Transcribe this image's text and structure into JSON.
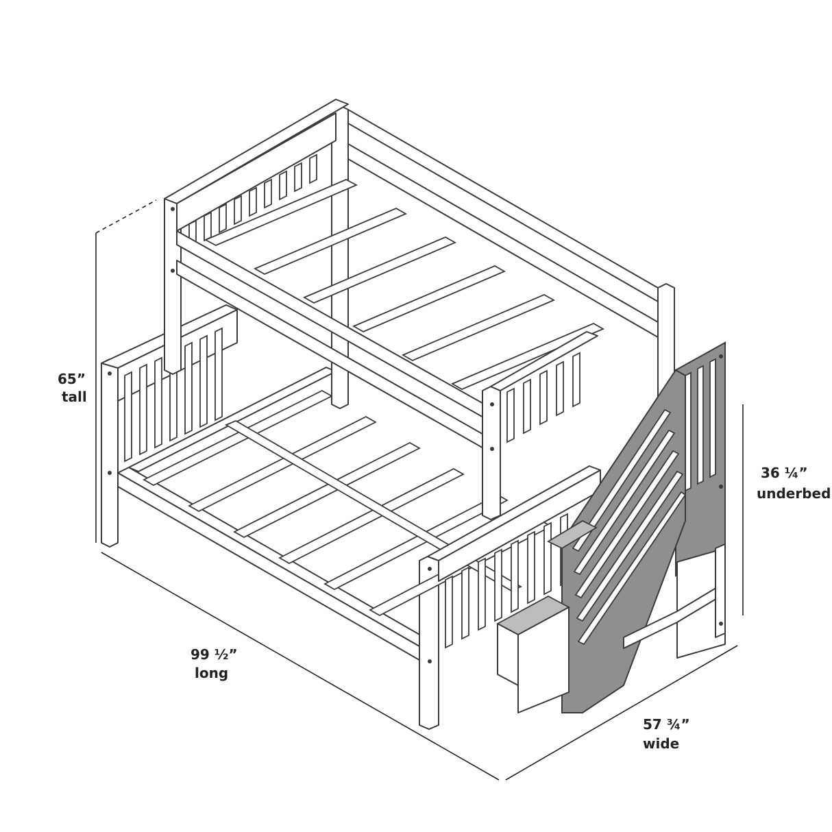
{
  "dimensions": {
    "height": {
      "value": "65”",
      "label": "tall"
    },
    "underbed": {
      "value": "36 ¼”",
      "label": "underbed"
    },
    "length": {
      "value": "99 ½”",
      "label": "long"
    },
    "width": {
      "value": "57 ¾”",
      "label": "wide"
    }
  },
  "colors": {
    "line": "#3a3a3a",
    "stair_shade": "#8f8f8f",
    "background": "#ffffff"
  }
}
